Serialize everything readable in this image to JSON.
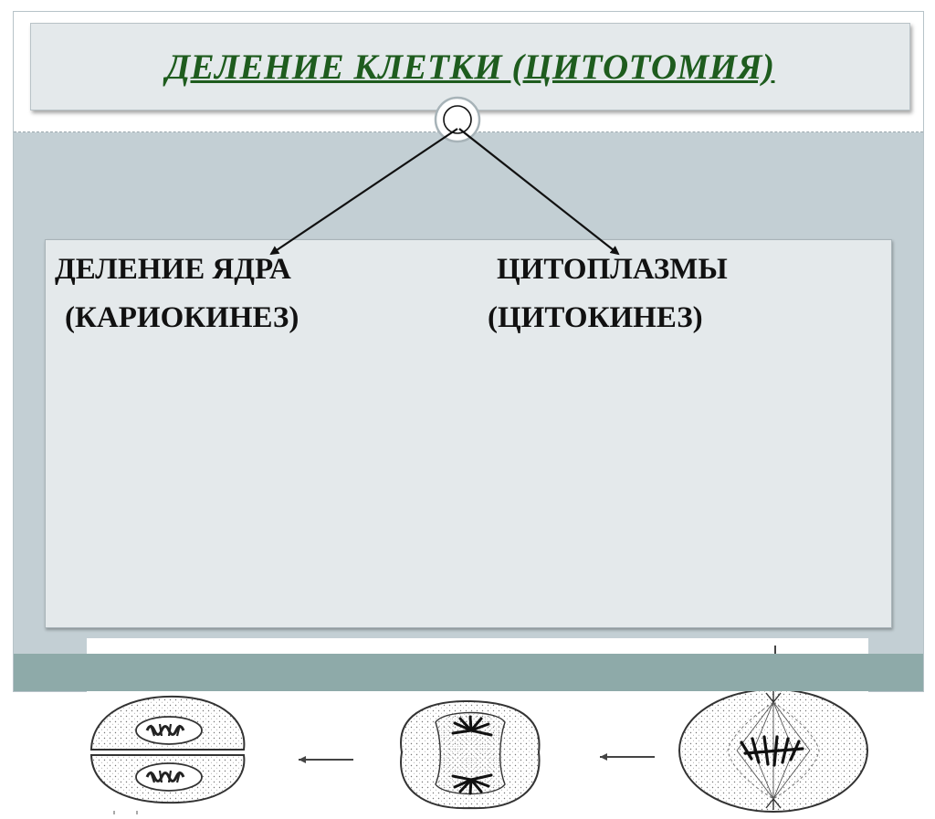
{
  "title": "ДЕЛЕНИЕ КЛЕТКИ (ЦИТОТОМИЯ)",
  "labels": {
    "left_line1": "ДЕЛЕНИЕ ЯДРА",
    "left_line2": "(КАРИОКИНЕЗ)",
    "right_line1": "ЦИТОПЛАЗМЫ",
    "right_line2": "(ЦИТОКИНЕЗ)"
  },
  "colors": {
    "title": "#1e5c1e",
    "background": "#c3cfd4",
    "panel": "#e4e9eb",
    "bottom_band": "#8eaaa9"
  },
  "figure": {
    "cells": [
      "divided-daughter-cells",
      "cleaving-cell",
      "metaphase-cell"
    ],
    "flow": "right-to-left"
  }
}
